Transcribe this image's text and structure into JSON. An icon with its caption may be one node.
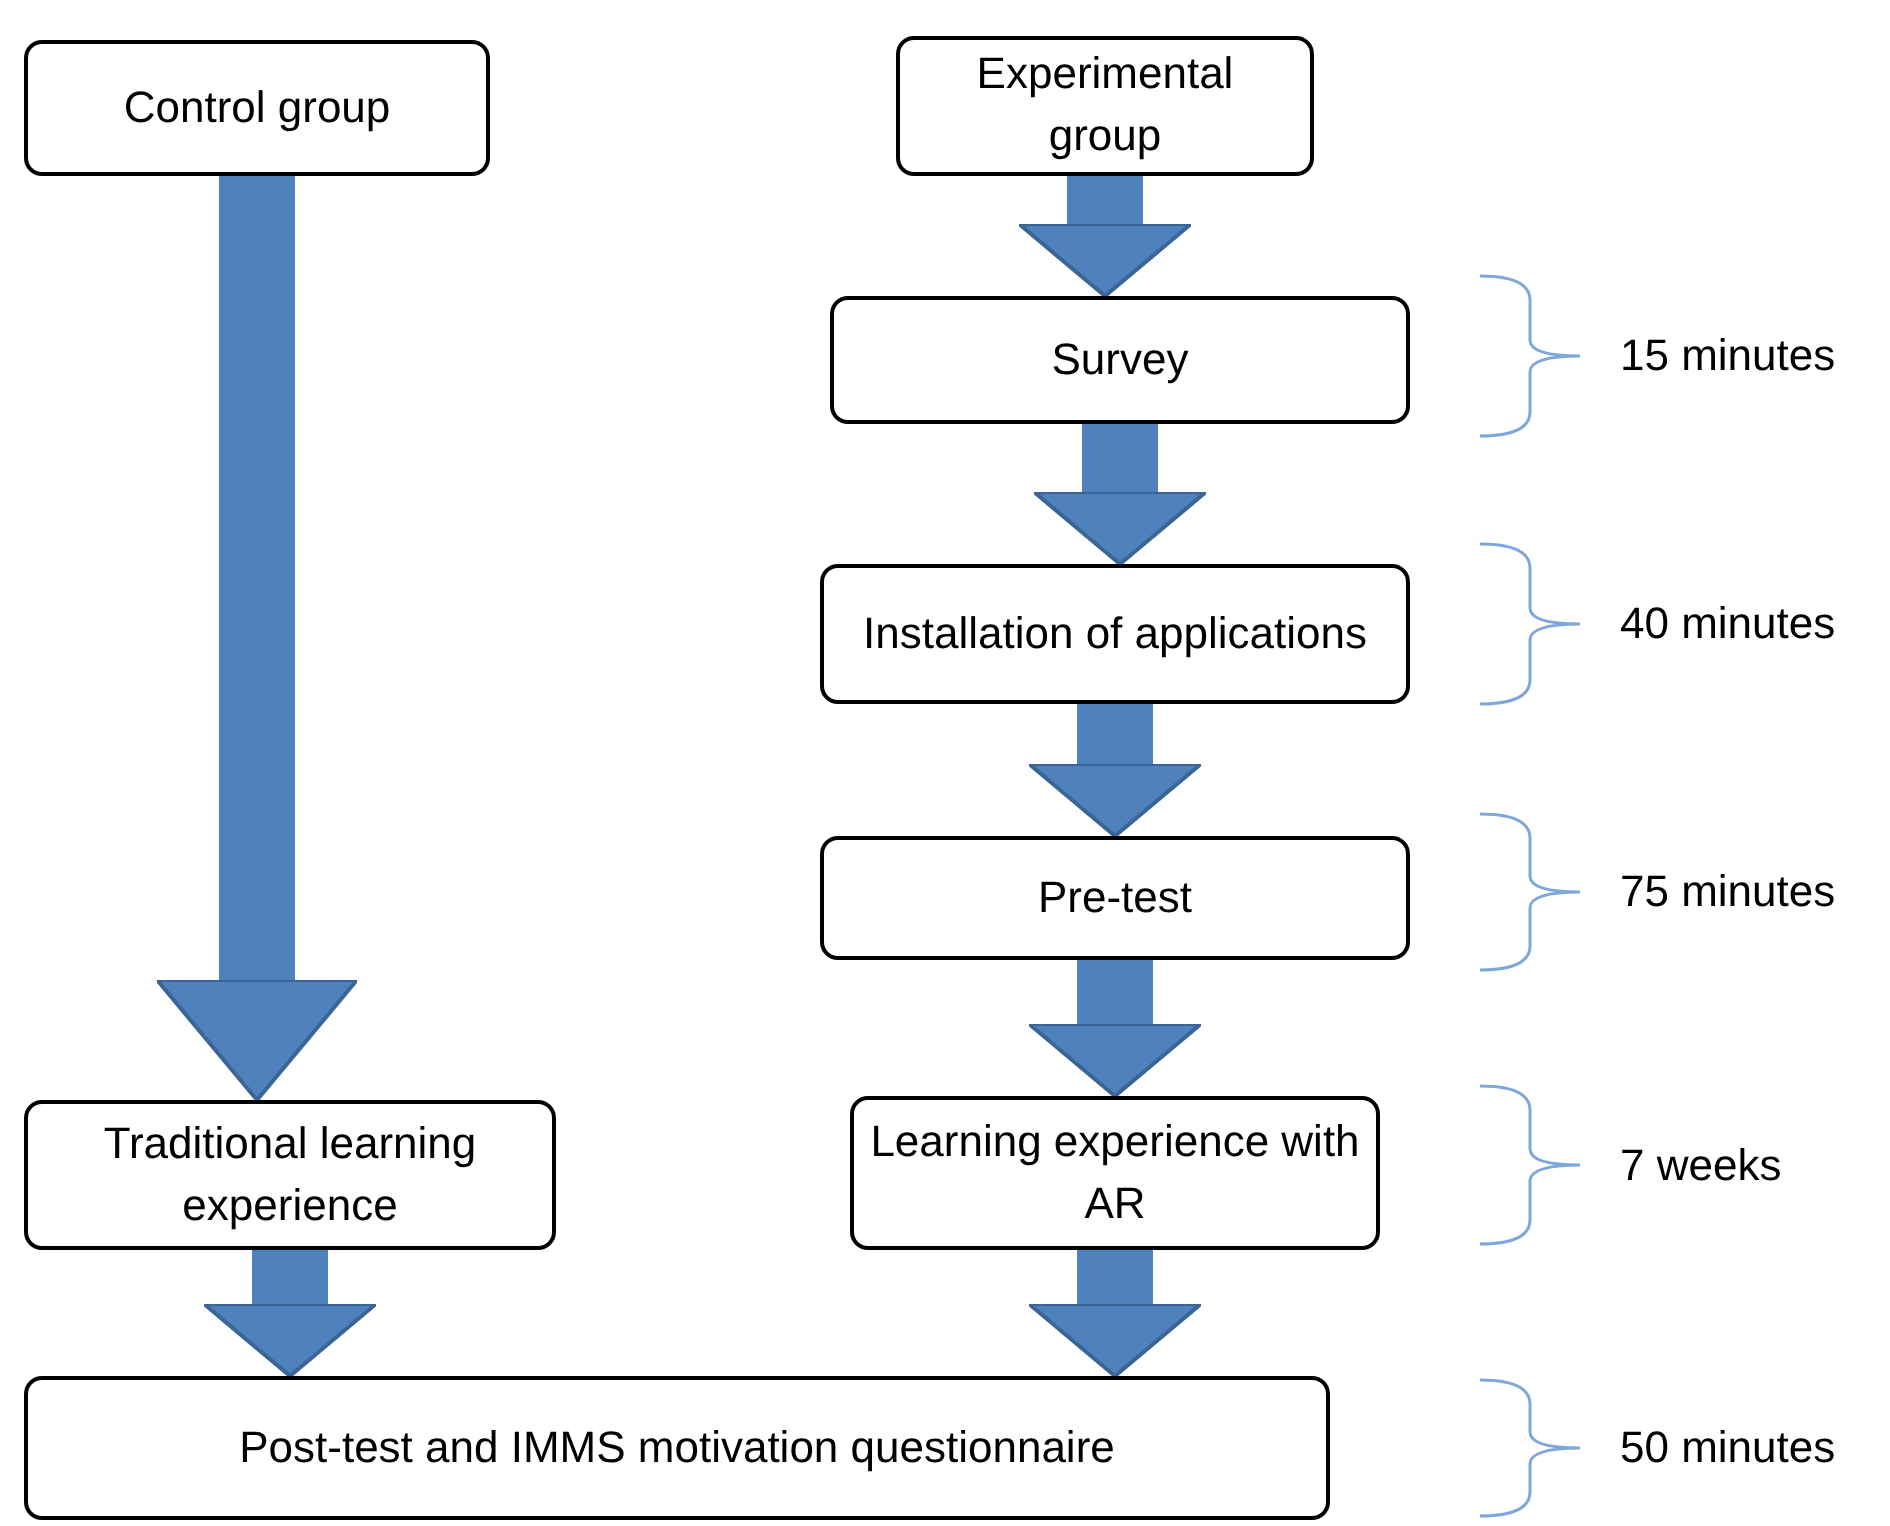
{
  "diagram": {
    "nodes": [
      {
        "text": [
          "Control group"
        ]
      },
      {
        "text": [
          "Experimental group"
        ]
      },
      {
        "text": [
          "Survey"
        ]
      },
      {
        "text": [
          "Installation of applications"
        ]
      },
      {
        "text": [
          "Pre-test"
        ]
      },
      {
        "text": [
          "Traditional learning experience"
        ]
      },
      {
        "text": [
          "Learning experience with AR"
        ]
      },
      {
        "text": [
          "Post-test and IMMS motivation questionnaire"
        ]
      }
    ],
    "labels": [
      "15 minutes",
      "40 minutes",
      "75 minutes",
      "7 weeks",
      "50 minutes"
    ],
    "edges": [
      {
        "from": 0,
        "to": 5,
        "arrow": "to"
      },
      {
        "from": 1,
        "to": 2,
        "arrow": "to"
      },
      {
        "from": 2,
        "to": 3,
        "arrow": "to"
      },
      {
        "from": 3,
        "to": 4,
        "arrow": "to"
      },
      {
        "from": 4,
        "to": 6,
        "arrow": "to"
      },
      {
        "from": 5,
        "to": 7,
        "arrow": "to"
      },
      {
        "from": 6,
        "to": 7,
        "arrow": "to"
      }
    ]
  }
}
